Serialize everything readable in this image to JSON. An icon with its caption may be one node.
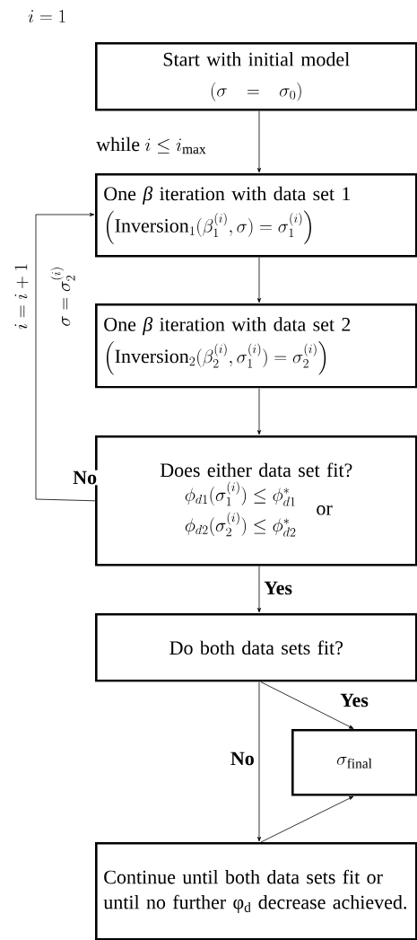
{
  "diagram": {
    "nodes": [
      {
        "text": [
          "Start with initial model",
          "(\\sigma = \\sigma_0)"
        ]
      },
      {
        "text": [
          "One *β* iteration with data set 1",
          "\\left(\\mathrm{Inversion}_1(\\beta_1^{(i)},\\sigma) = \\sigma_1^{(i)}\\right)"
        ]
      },
      {
        "text": [
          "One *β* iteration with data set 2",
          "\\left(\\mathrm{Inversion}_2(\\beta_2^{(i)},\\sigma_1^{(i)}) = \\sigma_2^{(i)}\\right)"
        ]
      },
      {
        "text": [
          "Does either data set fit?",
          "\\begin{array}{l}\\phi_{d1}(\\sigma_1^{(i)}) \\le \\phi^*_{d1}\\\\[4pt] \\phi_{d2}(\\sigma_2^{(i)}) \\le \\phi^*_{d2}\\end{array}\\;\\mathrm{or}"
        ]
      },
      {
        "text": [
          "Do both data sets fit?"
        ]
      },
      {
        "text": [
          "\\sigma_{\\mathrm{final}}"
        ]
      },
      {
        "text": [
          "Continue until both data sets fit or until no further φ$_{d}$ decrease achieved."
        ]
      }
    ],
    "edges": [
      {
        "from": 0,
        "to": 1,
        "arrow": "to"
      },
      {
        "from": 1,
        "to": 2,
        "arrow": "to"
      },
      {
        "from": 2,
        "to": 3,
        "arrow": "to"
      },
      {
        "from": 3,
        "to": 1,
        "arrow": "to",
        "label": "No"
      },
      {
        "from": 3,
        "to": 4,
        "arrow": "to",
        "label": "Yes"
      },
      {
        "from": 4,
        "to": 5,
        "arrow": "to",
        "label": "Yes"
      },
      {
        "from": 4,
        "to": 6,
        "arrow": "to",
        "label": "No"
      },
      {
        "from": 6,
        "to": 5,
        "arrow": "to"
      }
    ],
    "labels": [
      "i = 1",
      "\\mbox{while } i \\le i_{\\max}",
      "i = i + 1",
      "\\sigma = \\sigma_2^{(i)}"
    ]
  }
}
